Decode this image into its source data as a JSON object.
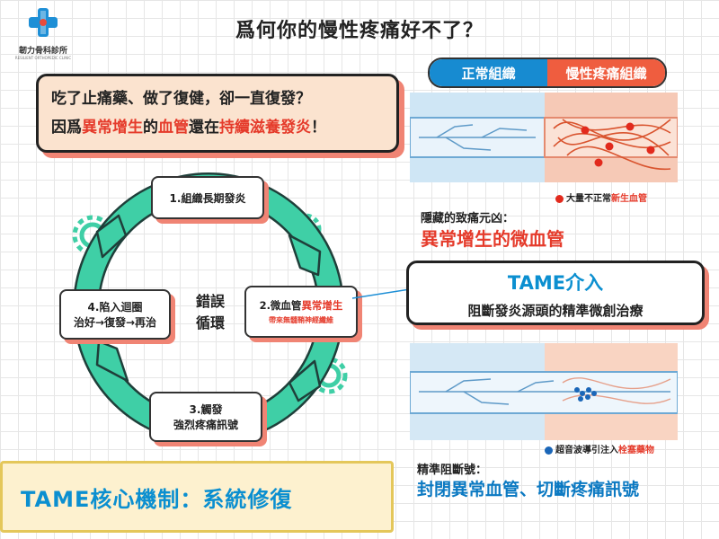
{
  "brand": {
    "name": "韌力骨科診所",
    "subtitle": "RESILIENT ORTHOPEDIC CLINIC"
  },
  "title": "爲何你的慢性疼痛好不了？",
  "callout": {
    "line1": "吃了止痛藥、做了復健，卻一直復發？",
    "line2_a": "因爲",
    "line2_b": "異常增生",
    "line2_c": "的",
    "line2_d": "血管",
    "line2_e": "還在",
    "line2_f": "持續滋養發炎",
    "line2_g": "！"
  },
  "cycle": {
    "center": [
      "錯誤",
      "循環"
    ],
    "step1": "1.組織長期發炎",
    "step2_a": "2.微血管",
    "step2_b": "異常增生",
    "step2_sub": "帶來無髓鞘神經纖維",
    "step3_a": "3.觸發",
    "step3_b": "強烈疼痛訊號",
    "step4_a": "4.陷入迴圈",
    "step4_b": "治好→復發→再治"
  },
  "banner": "TAME核心機制：系統修復",
  "toggle": {
    "normal": "正常組織",
    "chronic": "慢性疼痛組織"
  },
  "annotation1": {
    "a": "大量不正常",
    "b": "新生血管"
  },
  "hidden": {
    "label": "隱藏的致痛元凶：",
    "value": "異常增生的微血管"
  },
  "tame": {
    "title": "TAME介入",
    "subtitle": "阻斷發炎源頭的精準微創治療"
  },
  "annotation2": {
    "a": "超音波導引注入",
    "b": "栓塞藥物"
  },
  "precision": {
    "label": "精準阻斷號：",
    "value": "封閉異常血管、切斷疼痛訊號"
  },
  "colors": {
    "blue": "#0b8fd0",
    "red": "#e53b2b",
    "peach": "#fbe3cf",
    "coral": "#f08474",
    "cycle_green": "#3fcfa6"
  }
}
